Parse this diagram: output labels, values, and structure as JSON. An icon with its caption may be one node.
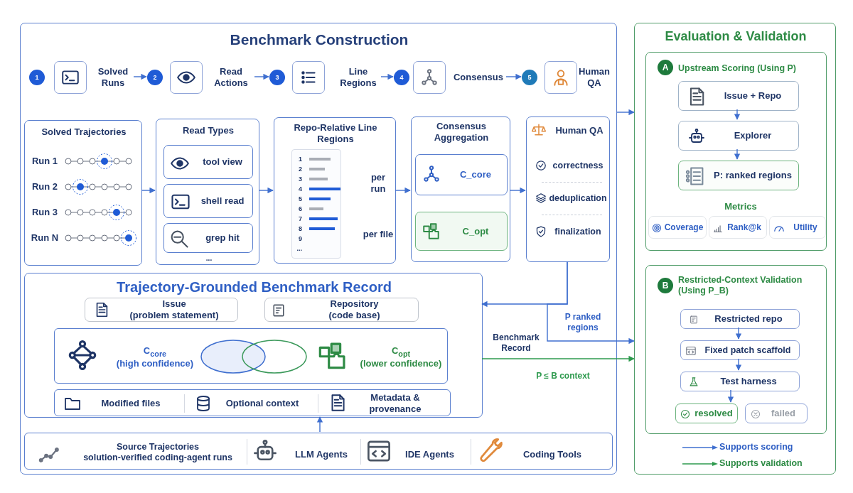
{
  "diagram": {
    "nodes": [
      {
        "text": [
          "Benchmark Construction"
        ]
      },
      {
        "text": [
          "1"
        ],
        "in": 0
      },
      {
        "text": [
          "Solved Runs"
        ],
        "in": 0
      },
      {
        "text": [
          "2"
        ],
        "in": 0
      },
      {
        "text": [
          "Read Actions"
        ],
        "in": 0
      },
      {
        "text": [
          "3"
        ],
        "in": 0
      },
      {
        "text": [
          "Line Regions"
        ],
        "in": 0
      },
      {
        "text": [
          "4"
        ],
        "in": 0
      },
      {
        "text": [
          "Consensus"
        ],
        "in": 0
      },
      {
        "text": [
          "5"
        ],
        "in": 0
      },
      {
        "text": [
          "Human QA"
        ],
        "in": 0
      },
      {
        "text": [
          "Solved Trajectories"
        ],
        "in": 0
      },
      {
        "text": [
          "Run 1"
        ],
        "in": 11
      },
      {
        "text": [
          "Run 2"
        ],
        "in": 11
      },
      {
        "text": [
          "Run 3"
        ],
        "in": 11
      },
      {
        "text": [
          "Run N"
        ],
        "in": 11
      },
      {
        "text": [
          "Read Types"
        ],
        "in": 0
      },
      {
        "text": [
          "tool view"
        ],
        "in": 16
      },
      {
        "text": [
          "shell read"
        ],
        "in": 16
      },
      {
        "text": [
          "grep hit"
        ],
        "in": 16
      },
      {
        "text": [
          "..."
        ],
        "in": 16
      },
      {
        "text": [
          "Repo-Relative Line Regions"
        ],
        "in": 0
      },
      {
        "text": [
          "1",
          "2",
          "3",
          "4",
          "5",
          "6",
          "7",
          "8",
          "9",
          "..."
        ],
        "in": 21
      },
      {
        "text": [
          "per run"
        ],
        "in": 21
      },
      {
        "text": [
          "per file"
        ],
        "in": 21
      },
      {
        "text": [
          "Consensus Aggregation"
        ],
        "in": 0
      },
      {
        "text": [
          "C_core"
        ],
        "in": 25
      },
      {
        "text": [
          "C_opt"
        ],
        "in": 25
      },
      {
        "text": [
          "Human QA"
        ],
        "in": 0
      },
      {
        "text": [
          "correctness"
        ],
        "in": 28
      },
      {
        "text": [
          "deduplication"
        ],
        "in": 28
      },
      {
        "text": [
          "finalization"
        ],
        "in": 28
      },
      {
        "text": [
          "Trajectory-Grounded Benchmark Record"
        ],
        "in": 0
      },
      {
        "text": [
          "Issue",
          "(problem statement)"
        ],
        "in": 32
      },
      {
        "text": [
          "Repository",
          "(code base)"
        ],
        "in": 32
      },
      {
        "text": [],
        "shape": "box",
        "in": 32
      },
      {
        "text": [
          "C$_{core}$",
          "(high confidence)"
        ],
        "in": 35
      },
      {
        "text": [
          "C$_{opt}$",
          "(lower confidence)"
        ],
        "in": 35
      },
      {
        "text": [],
        "shape": "box",
        "in": 32
      },
      {
        "text": [
          "Modified files"
        ],
        "in": 38
      },
      {
        "text": [
          "Optional context"
        ],
        "in": 38
      },
      {
        "text": [
          "Metadata & provenance"
        ],
        "in": 38
      },
      {
        "text": [],
        "shape": "box",
        "in": 0
      },
      {
        "text": [
          "Source Trajectories",
          "solution-verified coding-agent runs"
        ],
        "in": 42
      },
      {
        "text": [
          "LLM Agents"
        ],
        "in": 42
      },
      {
        "text": [
          "IDE Agents"
        ],
        "in": 42
      },
      {
        "text": [
          "Coding Tools"
        ],
        "in": 42
      },
      {
        "text": [
          "Evaluation & Validation"
        ]
      },
      {
        "text": [
          "Upstream Scoring (Using P)"
        ],
        "in": 47
      },
      {
        "text": [
          "A"
        ],
        "in": 48
      },
      {
        "text": [
          "Issue + Repo"
        ],
        "in": 48
      },
      {
        "text": [
          "Explorer"
        ],
        "in": 48
      },
      {
        "text": [
          "P: ranked regions"
        ],
        "in": 48
      },
      {
        "text": [
          "Metrics"
        ],
        "in": 48
      },
      {
        "text": [
          "Coverage"
        ],
        "in": 48
      },
      {
        "text": [
          "Rank@k"
        ],
        "in": 48
      },
      {
        "text": [
          "Utility"
        ],
        "in": 48
      },
      {
        "text": [
          "Restricted-Context Validation (Using P_B)"
        ],
        "in": 47
      },
      {
        "text": [
          "B"
        ],
        "in": 57
      },
      {
        "text": [
          "Restricted repo"
        ],
        "in": 57
      },
      {
        "text": [
          "Fixed patch scaffold"
        ],
        "in": 57
      },
      {
        "text": [
          "Test harness"
        ],
        "in": 57
      },
      {
        "text": [
          "resolved"
        ],
        "in": 57
      },
      {
        "text": [
          "failed"
        ],
        "in": 57
      }
    ],
    "edges": [
      {
        "from": 2,
        "to": 3,
        "arrow": "to"
      },
      {
        "from": 4,
        "to": 5,
        "arrow": "to"
      },
      {
        "from": 6,
        "to": 7,
        "arrow": "to"
      },
      {
        "from": 8,
        "to": 9,
        "arrow": "to"
      },
      {
        "from": 11,
        "to": 16,
        "arrow": "to"
      },
      {
        "from": 16,
        "to": 21,
        "arrow": "to"
      },
      {
        "from": 21,
        "to": 25,
        "arrow": "to"
      },
      {
        "from": 25,
        "to": 28,
        "arrow": "to"
      },
      {
        "from": 0,
        "to": 47,
        "arrow": "to"
      },
      {
        "from": 28,
        "to": 32,
        "arrow": "to"
      },
      {
        "from": 28,
        "to": 47,
        "arrow": "to",
        "label": "P ranked regions"
      },
      {
        "from": 32,
        "to": 47,
        "arrow": "to",
        "label": "P ≤ B context",
        "color": "#2e9a4e"
      },
      {
        "from": 42,
        "to": 32,
        "arrow": "to"
      },
      {
        "from": 50,
        "to": 51,
        "arrow": "to"
      },
      {
        "from": 51,
        "to": 52,
        "arrow": "to"
      },
      {
        "from": 59,
        "to": 60,
        "arrow": "to"
      },
      {
        "from": 60,
        "to": 61,
        "arrow": "to"
      },
      {
        "from": 61,
        "to": 62,
        "arrow": "to"
      }
    ],
    "labels": [
      "Benchmark Record"
    ],
    "legend": [
      {
        "text": "Supports scoring"
      },
      {
        "text": "Supports validation"
      }
    ]
  }
}
